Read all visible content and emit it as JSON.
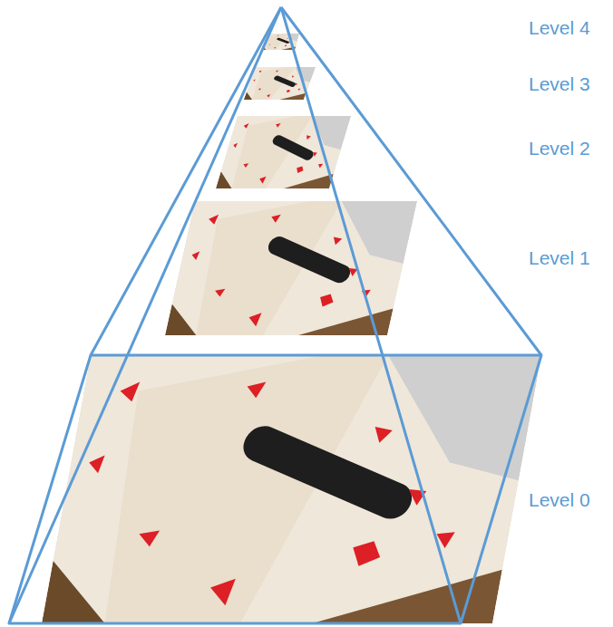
{
  "diagram": {
    "labels": [
      "Level 4",
      "Level 3",
      "Level 2",
      "Level 1",
      "Level 0"
    ]
  }
}
